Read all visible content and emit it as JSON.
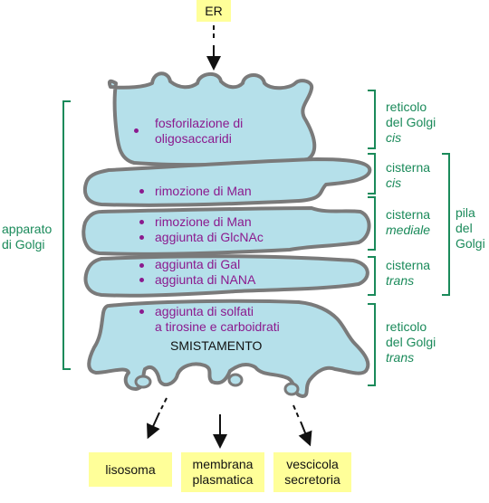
{
  "top_box": "ER",
  "compartments": {
    "cis": {
      "lines": [
        "fosforilazione di",
        "oligosaccaridi"
      ]
    },
    "cis_cisterna": {
      "lines": [
        "rimozione di Man"
      ]
    },
    "medial": {
      "lines": [
        "rimozione di Man",
        "aggiunta di GlcNAc"
      ]
    },
    "trans": {
      "lines": [
        "aggiunta di Gal",
        "aggiunta di NANA"
      ]
    },
    "tgn": {
      "lines": [
        "aggiunta di solfati",
        "a tirosine e carboidrati"
      ],
      "sorting": "SMISTAMENTO"
    }
  },
  "right_labels": {
    "cgn": [
      "reticolo",
      "del Golgi",
      "cis"
    ],
    "cis_cisterna": [
      "cisterna",
      "cis"
    ],
    "medial": [
      "cisterna",
      "mediale"
    ],
    "trans": [
      "cisterna",
      "trans"
    ],
    "tgn": [
      "reticolo",
      "del Golgi",
      "trans"
    ],
    "stack": [
      "pila",
      "del",
      "Golgi"
    ]
  },
  "left_label": [
    "apparato",
    "di Golgi"
  ],
  "destinations": {
    "lysosome": "lisosoma",
    "membrane": [
      "membrana",
      "plasmatica"
    ],
    "vesicle": [
      "vescicola",
      "secretoria"
    ]
  },
  "colors": {
    "fill": "#b5e0ea",
    "outline": "#7a7a7a",
    "label_purple": "#8b1a8e",
    "label_green": "#1a8a5a",
    "box_yellow": "#ffff99"
  }
}
